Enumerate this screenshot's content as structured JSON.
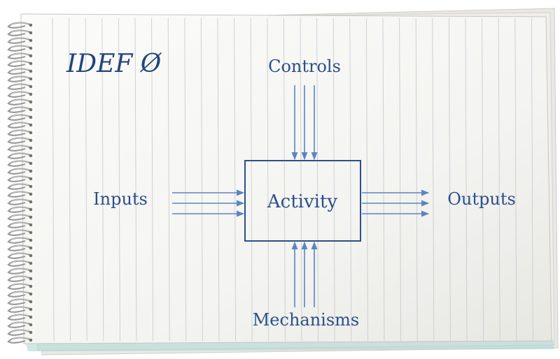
{
  "colors": {
    "ink": "#2a4f8a",
    "arrow": "#5a85bf",
    "paper": "#f6f6f3",
    "rule": "#c9cdd1",
    "spiral": "#9a9a9a"
  },
  "diagram": {
    "title": "IDEF Ø",
    "activity_label": "Activity",
    "controls_label": "Controls",
    "inputs_label": "Inputs",
    "outputs_label": "Outputs",
    "mechanisms_label": "Mechanisms"
  },
  "notebook": {
    "style": "spiral notepad with vertical ruled lines",
    "spiral_binding": true
  }
}
